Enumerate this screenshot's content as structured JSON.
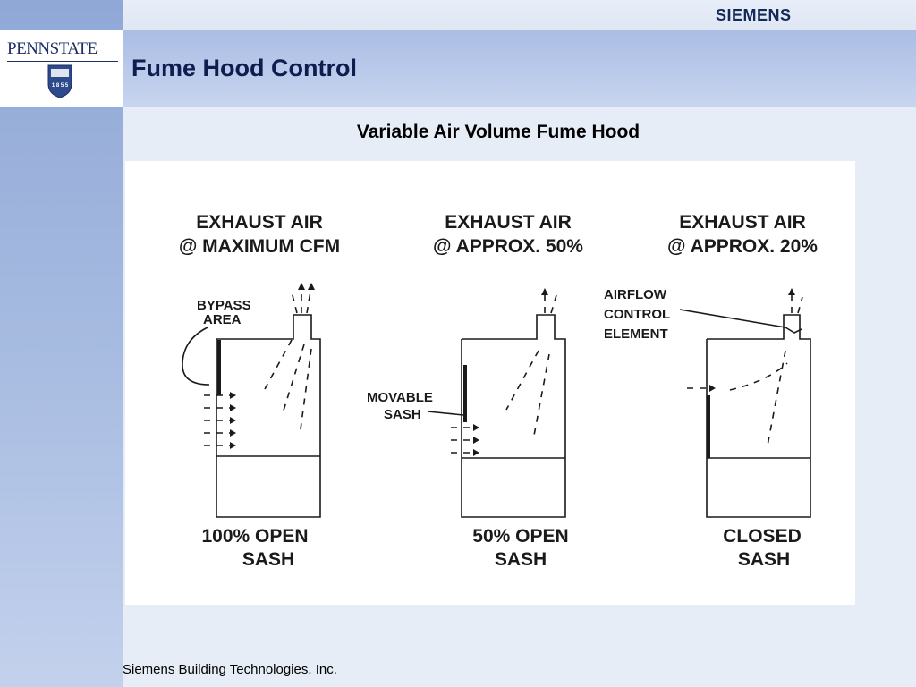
{
  "header": {
    "brand": "SIEMENS",
    "logo_text": "PENNSTATE",
    "logo_year": "1 8 5 5",
    "title": "Fume Hood Control"
  },
  "diagram": {
    "subtitle": "Variable Air Volume Fume Hood",
    "panels": [
      {
        "top_line1": "EXHAUST  AIR",
        "top_line2": "@ MAXIMUM CFM",
        "bottom_line1": "100%  OPEN",
        "bottom_line2": "SASH",
        "callout_line1": "BYPASS",
        "callout_line2": "AREA"
      },
      {
        "top_line1": "EXHAUST  AIR",
        "top_line2": "@ APPROX. 50%",
        "bottom_line1": "50%  OPEN",
        "bottom_line2": "SASH",
        "callout_line1": "MOVABLE",
        "callout_line2": "SASH"
      },
      {
        "top_line1": "EXHAUST  AIR",
        "top_line2": "@ APPROX. 20%",
        "bottom_line1": "CLOSED",
        "bottom_line2": "SASH",
        "callout_line1": "AIRFLOW",
        "callout_line2": "CONTROL",
        "callout_line3": "ELEMENT"
      }
    ]
  },
  "footer": {
    "text": "Siemens Building Technologies, Inc."
  },
  "colors": {
    "navy": "#13295a",
    "title": "#0e1c4e",
    "sidebar": "#90a8d6",
    "band": "#b9c9ea"
  }
}
